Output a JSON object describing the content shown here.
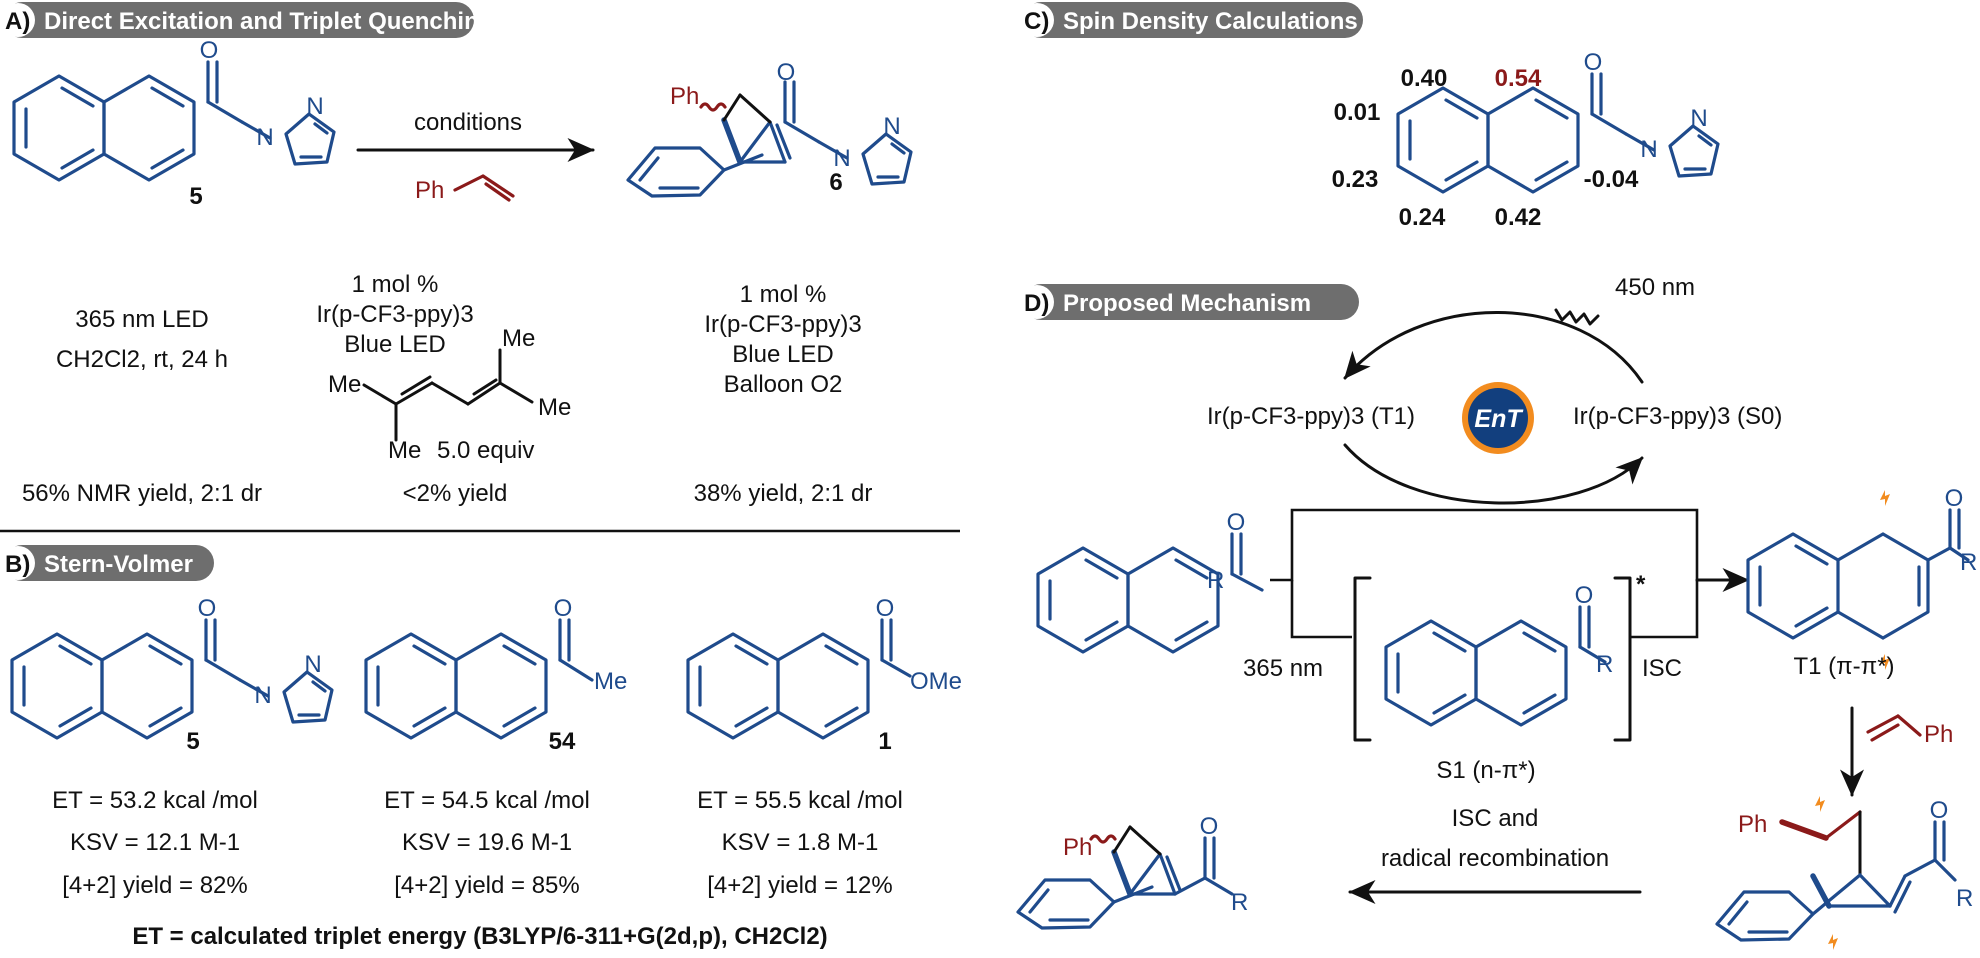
{
  "colors": {
    "molecule": "#1f4b8c",
    "accent_red": "#8b1a1a",
    "panel_label": "#6e6e6e",
    "radical_arrow": "#f28c1f"
  },
  "sections": {
    "A": {
      "letter": "A)",
      "title": "Direct Excitation and Triplet Quenching"
    },
    "B": {
      "letter": "B)",
      "title": "Stern-Volmer"
    },
    "C": {
      "letter": "C)",
      "title": "Spin Density Calculations"
    },
    "D": {
      "letter": "D)",
      "title": "Proposed Mechanism"
    }
  },
  "panel_a": {
    "substrate_number": "5",
    "product_number": "6",
    "arrow_label": "conditions",
    "reagent": "Ph",
    "product_substituent": "Ph",
    "cond1": {
      "l1": "365 nm LED",
      "l2": "CH2Cl2, rt, 24 h",
      "yield": "56% NMR yield, 2:1 dr"
    },
    "cond2": {
      "l1": "1 mol %",
      "l2": "Ir(p-CF3-ppy)3",
      "l3": "Blue LED",
      "diene_me": "Me",
      "equiv": "5.0 equiv",
      "yield": "<2% yield"
    },
    "cond3": {
      "l1": "1 mol %",
      "l2": "Ir(p-CF3-ppy)3",
      "l3": "Blue LED",
      "l4": "Balloon O2",
      "yield": "38% yield, 2:1 dr"
    }
  },
  "panel_b": {
    "compounds": [
      {
        "number": "5",
        "et": "ET = 53.2 kcal /mol",
        "ksv": "KSV = 12.1 M-1",
        "yield": "[4+2] yield = 82%"
      },
      {
        "number": "54",
        "substituent": "Me",
        "et": "ET = 54.5 kcal /mol",
        "ksv": "KSV = 19.6 M-1",
        "yield": "[4+2] yield = 85%"
      },
      {
        "number": "1",
        "substituent": "OMe",
        "et": "ET = 55.5 kcal /mol",
        "ksv": "KSV = 1.8 M-1",
        "yield": "[4+2] yield = 12%"
      }
    ],
    "footnote": "ET = calculated triplet energy (B3LYP/6-311+G(2d,p), CH2Cl2)"
  },
  "panel_c": {
    "spin_values": [
      "0.40",
      "0.54",
      "0.01",
      "0.23",
      "-0.04",
      "0.24",
      "0.42"
    ]
  },
  "panel_d": {
    "wavelength_visible": "450 nm",
    "ir_t1": "Ir(p-CF3-ppy)3 (T1)",
    "ir_s0": "Ir(p-CF3-ppy)3 (S0)",
    "ent": "EnT",
    "r_group": "R",
    "wavelength_uv": "365 nm",
    "s1_label": "S1 (n-π*)",
    "excited_mark": "*",
    "isc": "ISC",
    "t1_label": "T1 (π-π*)",
    "styrene_ph": "Ph",
    "recomb_l1": "ISC and",
    "recomb_l2": "radical recombination",
    "biradical_ph": "Ph",
    "product_ph": "Ph"
  }
}
